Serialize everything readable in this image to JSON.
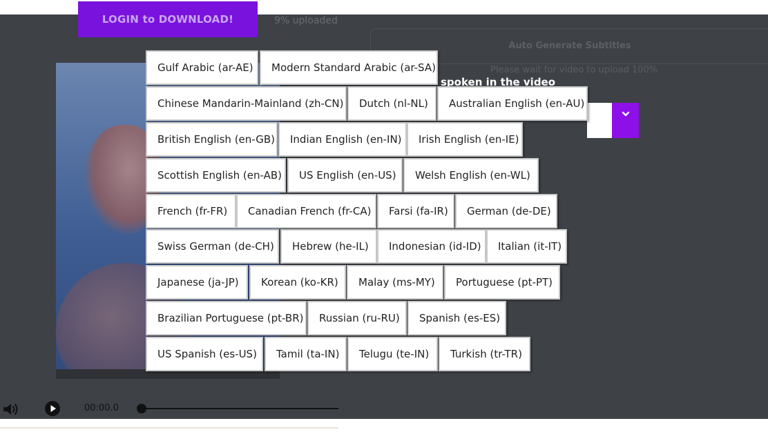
{
  "header": {
    "login_label": "LOGIN to DOWNLOAD!"
  },
  "upload": {
    "status": "9% uploaded"
  },
  "subtitles": {
    "auto_generate_label": "Auto Generate Subtitles",
    "wait_note": "Please wait for video to upload 100%",
    "spoken_label": "spoken in the video"
  },
  "player": {
    "time": "00:00.0",
    "progress": 0
  },
  "colors": {
    "accent": "#8e10e8",
    "stage": "#3e4247"
  },
  "languages": [
    "Gulf Arabic (ar-AE)",
    "Modern Standard Arabic (ar-SA)",
    "Chinese Mandarin-Mainland (zh-CN)",
    "Dutch (nl-NL)",
    "Australian English (en-AU)",
    "British English (en-GB)",
    "Indian English (en-IN)",
    "Irish English (en-IE)",
    "Scottish English (en-AB)",
    "US English (en-US)",
    "Welsh English (en-WL)",
    "French (fr-FR)",
    "Canadian French (fr-CA)",
    "Farsi (fa-IR)",
    "German (de-DE)",
    "Swiss German (de-CH)",
    "Hebrew (he-IL)",
    "Indonesian (id-ID)",
    "Italian (it-IT)",
    "Japanese (ja-JP)",
    "Korean (ko-KR)",
    "Malay (ms-MY)",
    "Portuguese (pt-PT)",
    "Brazilian Portuguese (pt-BR)",
    "Russian (ru-RU)",
    "Spanish (es-ES)",
    "US Spanish (es-US)",
    "Tamil (ta-IN)",
    "Telugu (te-IN)",
    "Turkish (tr-TR)"
  ]
}
